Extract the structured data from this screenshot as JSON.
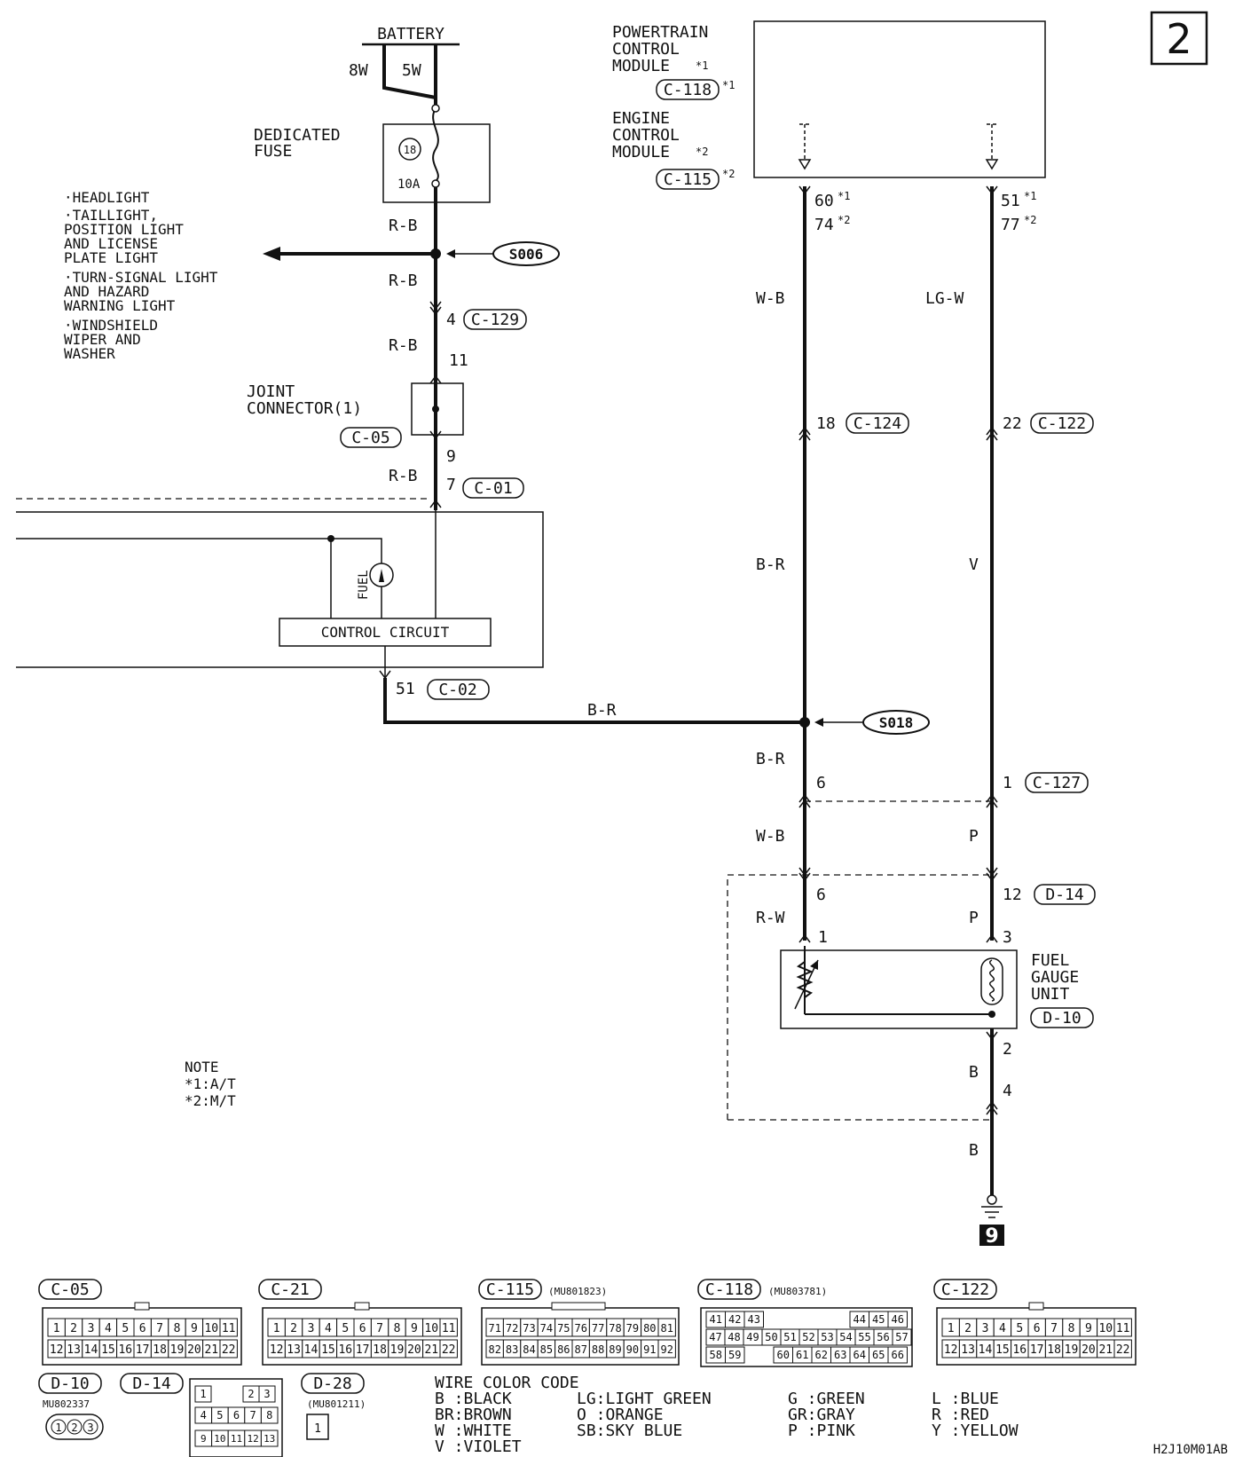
{
  "page_number": "2",
  "drawing_code": "H2J10M01AB",
  "battery": {
    "label": "BATTERY",
    "w8": "8W",
    "w5": "5W"
  },
  "fuse": {
    "label1": "DEDICATED",
    "label2": "FUSE",
    "number": "18",
    "rating": "10A"
  },
  "pcm": {
    "line1": "POWERTRAIN",
    "line2": "CONTROL",
    "line3": "MODULE",
    "mark": "*1",
    "connector": "C-118",
    "conn_mark": "*1"
  },
  "ecm": {
    "line1": "ENGINE",
    "line2": "CONTROL",
    "line3": "MODULE",
    "mark": "*2",
    "connector": "C-115",
    "conn_mark": "*2"
  },
  "pins": {
    "p60": "60",
    "p74": "74",
    "p51": "51",
    "p77": "77",
    "m1": "*1",
    "m2": "*2",
    "p4": "4",
    "p11": "11",
    "p9": "9",
    "p7": "7",
    "p18": "18",
    "p22": "22",
    "p51b": "51",
    "p6a": "6",
    "p1a": "1",
    "p6b": "6",
    "p12": "12",
    "p1b": "1",
    "p3": "3",
    "p2": "2",
    "p4b": "4"
  },
  "connectors": {
    "c129": "C-129",
    "c05": "C-05",
    "c01": "C-01",
    "c124": "C-124",
    "c122": "C-122",
    "c02": "C-02",
    "c127": "C-127",
    "d14": "D-14",
    "d10": "D-10"
  },
  "splices": {
    "s006": "S006",
    "s018": "S018"
  },
  "wire_colors": {
    "rb1": "R-B",
    "rb2": "R-B",
    "rb3": "R-B",
    "rb4": "R-B",
    "wb1": "W-B",
    "lgw": "LG-W",
    "br1": "B-R",
    "v": "V",
    "br2": "B-R",
    "br3": "B-R",
    "wb2": "W-B",
    "p1": "P",
    "rw": "R-W",
    "p2": "P",
    "b1": "B",
    "b2": "B"
  },
  "loads": [
    "·HEADLIGHT",
    "·TAILLIGHT,",
    " POSITION LIGHT",
    " AND LICENSE",
    " PLATE LIGHT",
    "·TURN-SIGNAL LIGHT",
    " AND HAZARD",
    " WARNING LIGHT",
    "·WINDSHIELD",
    " WIPER AND",
    " WASHER"
  ],
  "joint": {
    "line1": "JOINT",
    "line2": "CONNECTOR(1)"
  },
  "meter": {
    "fuel": "FUEL",
    "control": "CONTROL CIRCUIT"
  },
  "gauge_unit": {
    "line1": "FUEL",
    "line2": "GAUGE",
    "line3": "UNIT"
  },
  "ground": "9",
  "note": {
    "title": "NOTE",
    "l1": "*1:A/T",
    "l2": "*2:M/T"
  },
  "connector_views": {
    "c05": {
      "label": "C-05"
    },
    "c21": {
      "label": "C-21"
    },
    "c115": {
      "label": "C-115",
      "part": "(MU801823)"
    },
    "c118": {
      "label": "C-118",
      "part": "(MU803781)"
    },
    "c122": {
      "label": "C-122"
    },
    "d10": {
      "label": "D-10",
      "part": "MU802337"
    },
    "d14": {
      "label": "D-14"
    },
    "d28": {
      "label": "D-28",
      "part": "(MU801211)"
    },
    "pins22_top": [
      "1",
      "2",
      "3",
      "4",
      "5",
      "6",
      "7",
      "8",
      "9",
      "10",
      "11"
    ],
    "pins22_bot": [
      "12",
      "13",
      "14",
      "15",
      "16",
      "17",
      "18",
      "19",
      "20",
      "21",
      "22"
    ],
    "c115_top": [
      "71",
      "72",
      "73",
      "74",
      "75",
      "76",
      "77",
      "78",
      "79",
      "80",
      "81"
    ],
    "c115_bot": [
      "82",
      "83",
      "84",
      "85",
      "86",
      "87",
      "88",
      "89",
      "90",
      "91",
      "92"
    ],
    "c118_r1": [
      "41",
      "42",
      "43",
      "44",
      "45",
      "46"
    ],
    "c118_r2": [
      "47",
      "48",
      "49",
      "50",
      "51",
      "52",
      "53",
      "54",
      "55",
      "56",
      "57"
    ],
    "c118_r3": [
      "58",
      "59",
      "60",
      "61",
      "62",
      "63",
      "64",
      "65",
      "66"
    ],
    "d10_pins": [
      "1",
      "2",
      "3"
    ],
    "d14_r1": [
      "1",
      "2",
      "3"
    ],
    "d14_r2": [
      "4",
      "5",
      "6",
      "7",
      "8"
    ],
    "d14_r3": [
      "9",
      "10",
      "11",
      "12",
      "13"
    ],
    "d28_pin": "1"
  },
  "wire_color_code": {
    "title": "WIRE COLOR CODE",
    "col1": [
      "B :BLACK",
      "BR:BROWN",
      "W :WHITE",
      "V :VIOLET"
    ],
    "col2": [
      "LG:LIGHT GREEN",
      "O :ORANGE",
      "SB:SKY BLUE"
    ],
    "col3": [
      "G :GREEN",
      "GR:GRAY",
      "P :PINK"
    ],
    "col4": [
      "L :BLUE",
      "R :RED",
      "Y :YELLOW"
    ]
  }
}
